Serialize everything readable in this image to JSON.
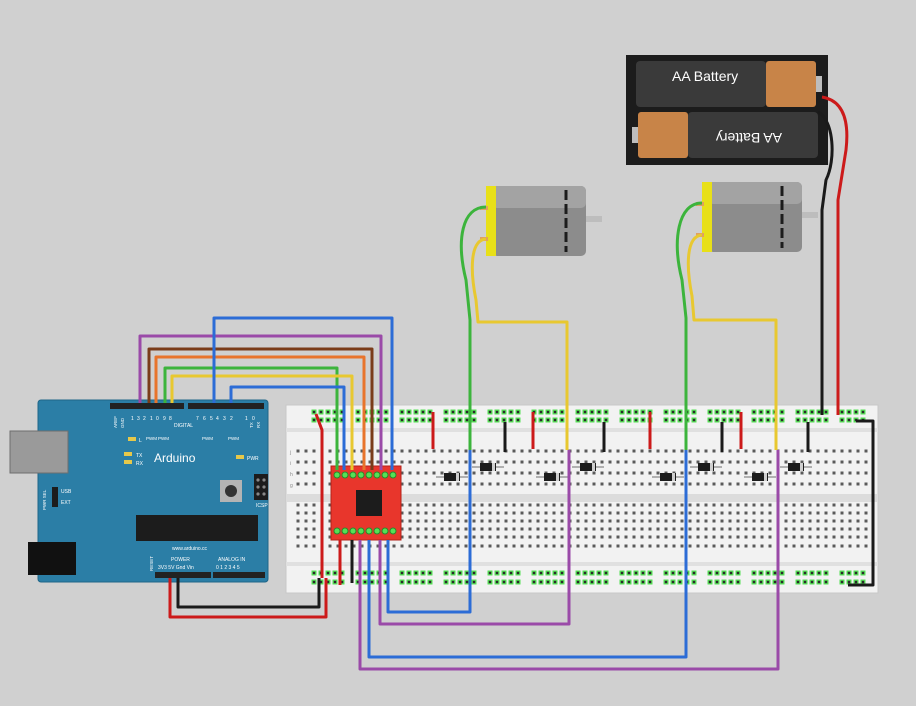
{
  "arduino": {
    "name": "Arduino",
    "url": "www.arduino.cc",
    "pin_labels": {
      "aref": "AREF",
      "gnd": "GND",
      "digital": "DIGITAL",
      "pwm1": "PWM",
      "pwm2": "PWM",
      "pwm3": "PWM",
      "pwm4": "PWM",
      "tx_pin": "TX",
      "rx_pin": "RX",
      "l_led": "L",
      "tx_led": "TX",
      "rx_led": "RX",
      "pwr_led": "PWR",
      "icsp": "ICSP",
      "pwr_sel": "PWR SEL",
      "usb": "USB",
      "ext": "EXT",
      "reset": "RESET",
      "power": "POWER",
      "power_pins": "3V3 5V Gnd Vin",
      "analog_in": "ANALOG IN",
      "analog_pins": "0 1 2 3 4 5",
      "digital_numbers": [
        "1",
        "3",
        "2",
        "1",
        "0",
        "9",
        "8",
        "7",
        "6",
        "5",
        "4",
        "3",
        "2",
        "1",
        "0"
      ]
    }
  },
  "battery": {
    "top_label": "AA Battery",
    "bottom_label": "AA Battery"
  },
  "colors": {
    "background": "#d0d0d0",
    "arduino_board": "#2b7ea6",
    "breadboard": "#f2f2f2",
    "hole_highlight": "#56e056",
    "driver_board": "#e8362c",
    "motor_cap": "#e8e018",
    "motor_body": "#8c8c8c",
    "wire_red": "#cc1a1a",
    "wire_black": "#1a1a1a",
    "wire_blue": "#2c6cd6",
    "wire_purple": "#9a4aa8",
    "wire_green": "#3cb43c",
    "wire_yellow": "#e8c830",
    "wire_orange": "#e8742c",
    "wire_brown": "#7a3c1a"
  },
  "components": {
    "motors": 2,
    "diodes": 8,
    "motor_driver": "dual h-bridge breakout",
    "battery_holder": "2x AA"
  }
}
